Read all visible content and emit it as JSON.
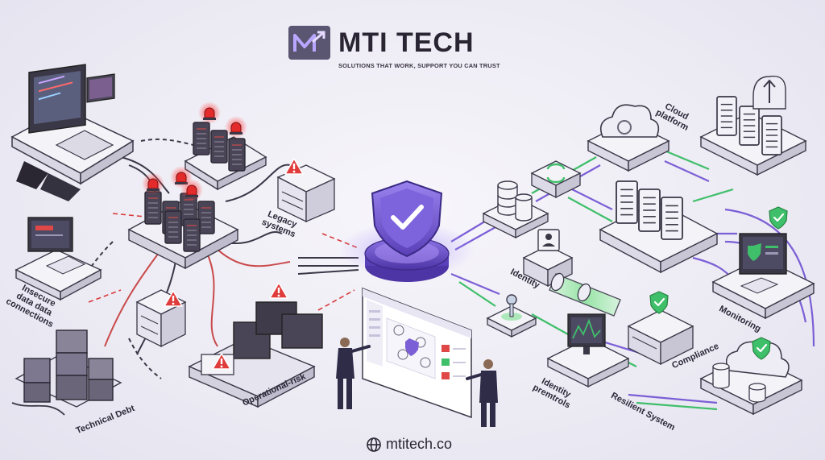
{
  "brand": {
    "name": "MTI TECH",
    "tagline": "SOLUTIONS THAT WORK, SUPPORT YOU CAN TRUST",
    "website": "mtitech.co"
  },
  "left_labels": {
    "legacy": "Legacy\nsystems",
    "insecure": "Insecure\ndata data\nconnections",
    "debt": "Technical Debt",
    "oprisk": "Operational-risk"
  },
  "center_labels": {
    "identity": "Identity"
  },
  "right_labels": {
    "cloud": "Cloud\nplatform",
    "monitoring": "Monitoring",
    "compliance": "Compliance",
    "controls": "Identity\npremtrols",
    "resilient": "Resilient System"
  },
  "colors": {
    "accent_purple": "#7b5fd6",
    "alert_red": "#e03b3b",
    "ok_green": "#3fbf6a",
    "device_dark": "#3a3847",
    "device_light": "#f4f3f8"
  },
  "icons": [
    "shield-check-icon",
    "alert-triangle-icon",
    "cloud-icon",
    "globe-icon",
    "sync-icon",
    "database-icon",
    "key-icon",
    "user-id-icon"
  ]
}
